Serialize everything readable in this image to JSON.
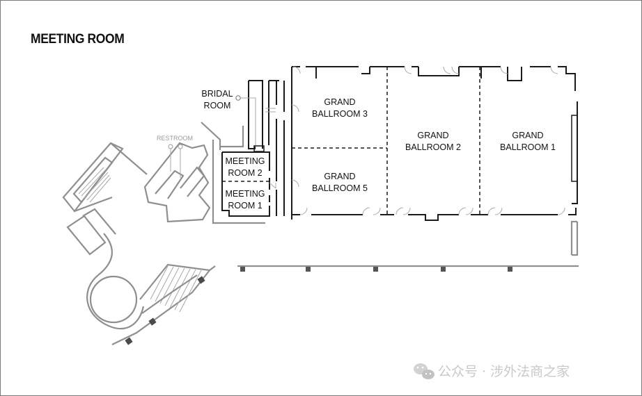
{
  "title": "MEETING ROOM",
  "rooms": {
    "grand_ballroom_1": [
      "GRAND",
      "BALLROOM 1"
    ],
    "grand_ballroom_2": [
      "GRAND",
      "BALLROOM 2"
    ],
    "grand_ballroom_3": [
      "GRAND",
      "BALLROOM 3"
    ],
    "grand_ballroom_5": [
      "GRAND",
      "BALLROOM 5"
    ],
    "meeting_room_1": [
      "MEETING",
      "ROOM 1"
    ],
    "meeting_room_2": [
      "MEETING",
      "ROOM 2"
    ],
    "bridal_room": [
      "BRIDAL",
      "ROOM"
    ],
    "restroom": "RESTROOM"
  },
  "watermark": {
    "text": "公众号 · 涉外法商之家",
    "icon": "wechat-icon"
  },
  "colors": {
    "wall": "#1a1a1a",
    "outline": "#8f8f8f",
    "label_gray": "#9a9a9a"
  }
}
